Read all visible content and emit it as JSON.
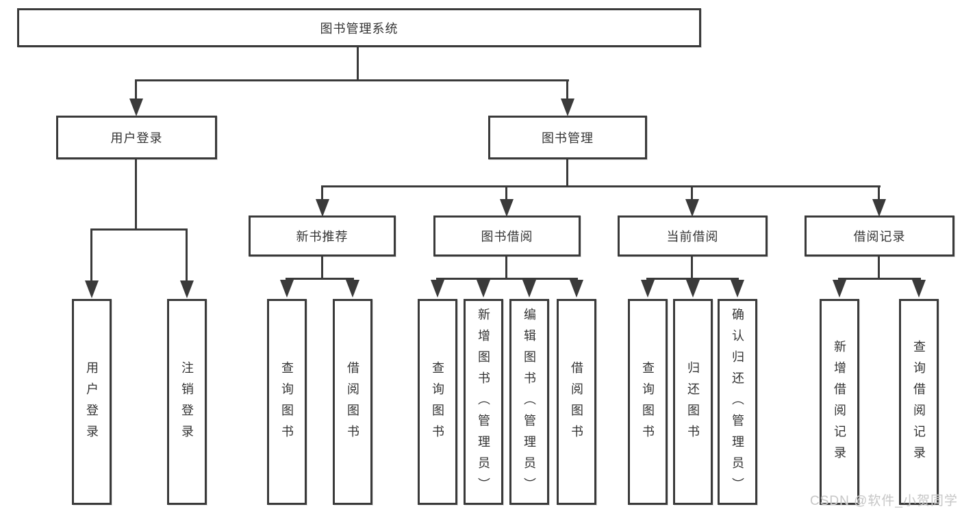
{
  "diagram": {
    "root": {
      "label": "图书管理系统"
    },
    "level2": {
      "user_login": {
        "label": "用户登录"
      },
      "book_mgmt": {
        "label": "图书管理"
      }
    },
    "level3": {
      "new_books": {
        "label": "新书推荐"
      },
      "book_borrow": {
        "label": "图书借阅"
      },
      "current_borrow": {
        "label": "当前借阅"
      },
      "borrow_records": {
        "label": "借阅记录"
      }
    },
    "leaves": {
      "user_login": [
        "用户登录",
        "注销登录"
      ],
      "new_books": [
        "查询图书",
        "借阅图书"
      ],
      "book_borrow": [
        "查询图书",
        "新增图书（管理员）",
        "编辑图书（管理员）",
        "借阅图书"
      ],
      "current_borrow": [
        "查询图书",
        "归还图书",
        "确认归还（管理员）"
      ],
      "borrow_records": [
        "新增借阅记录",
        "查询借阅记录"
      ]
    },
    "watermark": "CSDN @软件_小贺同学",
    "colors": {
      "line": "#3a3a3a",
      "text": "#333333",
      "background": "#ffffff",
      "watermark": "#c6c6c6"
    }
  }
}
